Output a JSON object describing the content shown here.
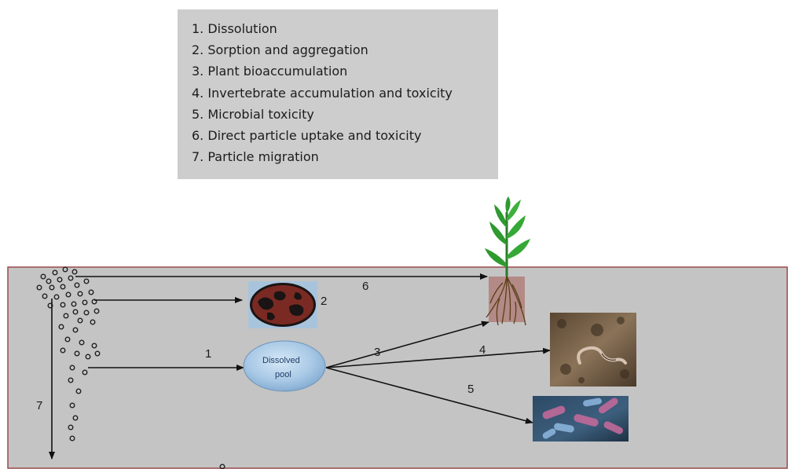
{
  "legend": {
    "items": [
      {
        "number": "1.",
        "text": "Dissolution"
      },
      {
        "number": "2.",
        "text": "Sorption and aggregation"
      },
      {
        "number": "3.",
        "text": "Plant bioaccumulation"
      },
      {
        "number": "4.",
        "text": "Invertebrate accumulation and toxicity"
      },
      {
        "number": "5.",
        "text": "Microbial toxicity"
      },
      {
        "number": "6.",
        "text": "Direct particle uptake and toxicity"
      },
      {
        "number": "7.",
        "text": "Particle migration"
      }
    ]
  },
  "diagram": {
    "pathway_labels": {
      "p1": "1",
      "p2": "2",
      "p3": "3",
      "p4": "4",
      "p5": "5",
      "p6": "6",
      "p7": "7"
    },
    "pool": {
      "line1": "Dissolved",
      "line2": "pool"
    },
    "colors": {
      "soil": "#c4c4c4",
      "soil_border": "#9c4a4a",
      "legend_bg": "#cdcdcd",
      "arrow": "#111111",
      "pool": "#a8c8e8",
      "plant": "#2f9a2f",
      "roots": "#7a5a2a"
    },
    "icons": [
      "particle-cluster",
      "aggregate-icon",
      "dissolved-pool",
      "plant-icon",
      "earthworm-image",
      "microbe-image"
    ]
  }
}
